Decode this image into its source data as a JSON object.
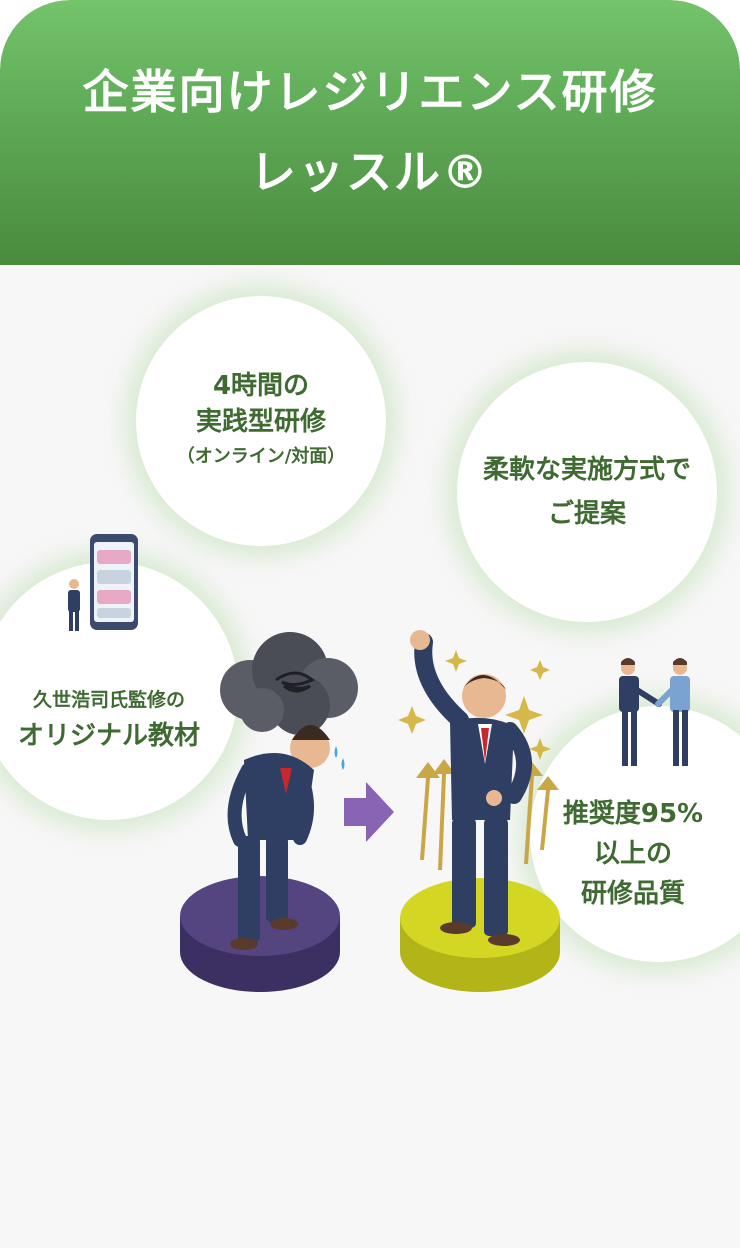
{
  "header": {
    "title_line1": "企業向けレジリエンス研修",
    "title_line2": "レッスル®"
  },
  "features": {
    "training": {
      "line1": "4時間の",
      "line2": "実践型研修",
      "line3": "（オンライン/対面）"
    },
    "flexible": {
      "line1": "柔軟な実施方式で",
      "line2": "ご提案"
    },
    "material": {
      "line1": "久世浩司氏監修の",
      "line2": "オリジナル教材"
    },
    "quality": {
      "line1": "推奨度95%",
      "line2": "以上の",
      "line3": "研修品質"
    }
  },
  "colors": {
    "header_green": "#5ea956",
    "text_green": "#3f6a32",
    "arrow_purple": "#8a64b4",
    "pedestal_purple": "#54447f",
    "pedestal_yellow": "#d4d624"
  }
}
